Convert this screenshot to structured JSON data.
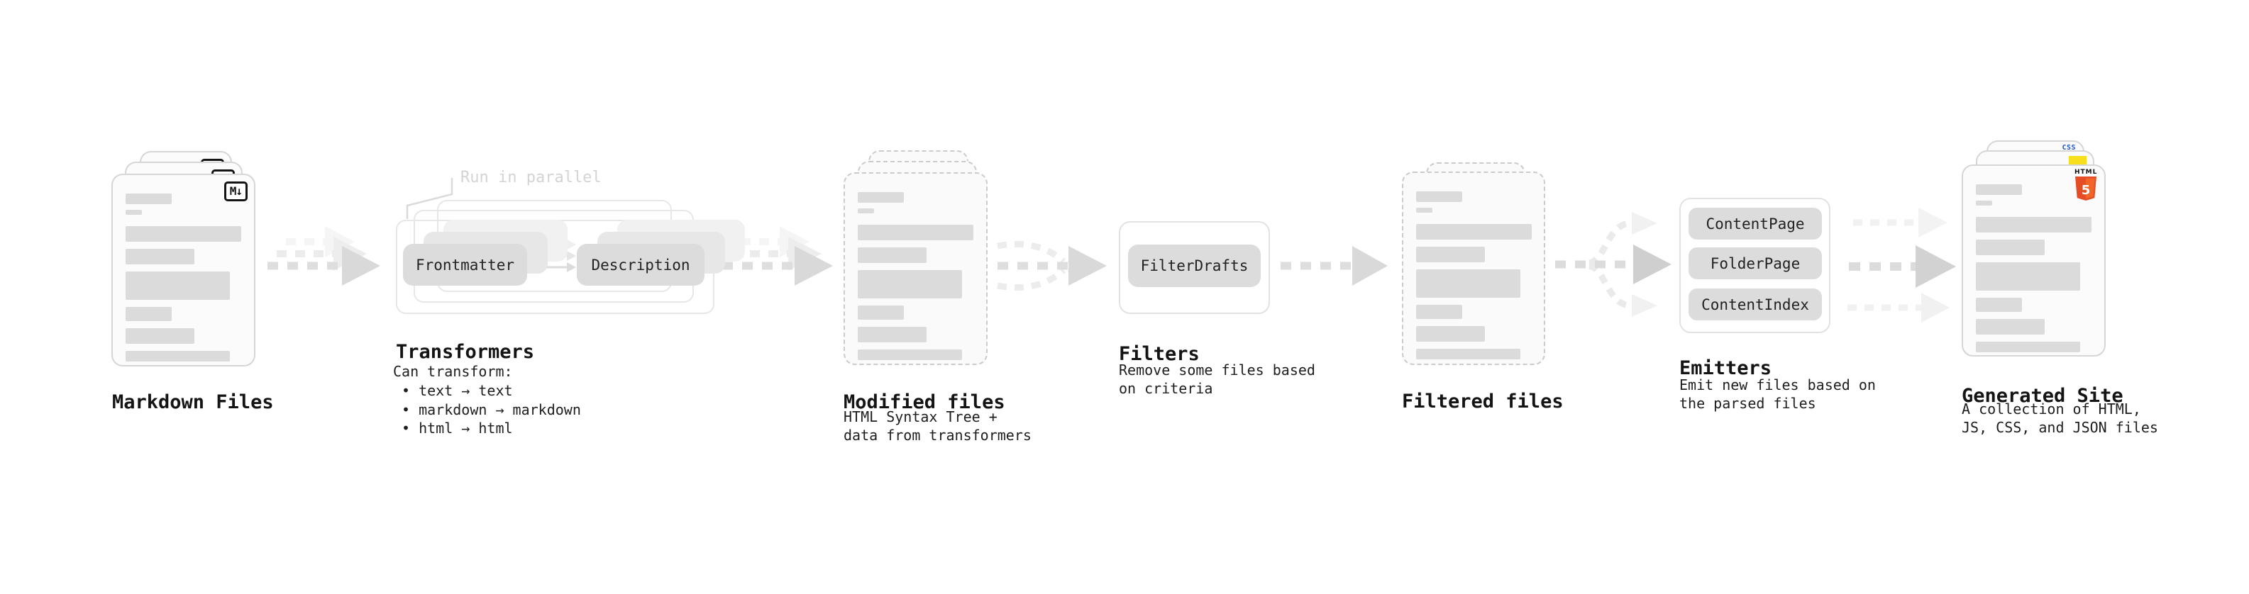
{
  "diagram": {
    "stages": [
      {
        "name": "markdown-files",
        "title": "Markdown Files",
        "file_badge": "M↓"
      },
      {
        "name": "transformers",
        "title": "Transformers",
        "annotation": "Run in parallel",
        "pills": [
          "Frontmatter",
          "Description"
        ],
        "description": "Can transform:",
        "bullets": [
          "• text → text",
          "• markdown → markdown",
          "• html → html"
        ]
      },
      {
        "name": "modified-files",
        "title": "Modified files",
        "description": "HTML Syntax Tree +\ndata from transformers"
      },
      {
        "name": "filters",
        "title": "Filters",
        "pills": [
          "FilterDrafts"
        ],
        "description": "Remove some files based\non criteria"
      },
      {
        "name": "filtered-files",
        "title": "Filtered files"
      },
      {
        "name": "emitters",
        "title": "Emitters",
        "pills": [
          "ContentPage",
          "FolderPage",
          "ContentIndex"
        ],
        "description": "Emit new files based on\nthe parsed files"
      },
      {
        "name": "generated-site",
        "title": "Generated Site",
        "description": "A collection of HTML,\nJS, CSS, and JSON files",
        "badges": {
          "css": "CSS",
          "html_label": "HTML",
          "html_numeral": "5"
        }
      }
    ],
    "colors": {
      "html5_orange": "#e44d26",
      "html5_orange_light": "#f16529",
      "js_yellow": "#f7df1e",
      "css_blue": "#2f7bf0"
    }
  }
}
